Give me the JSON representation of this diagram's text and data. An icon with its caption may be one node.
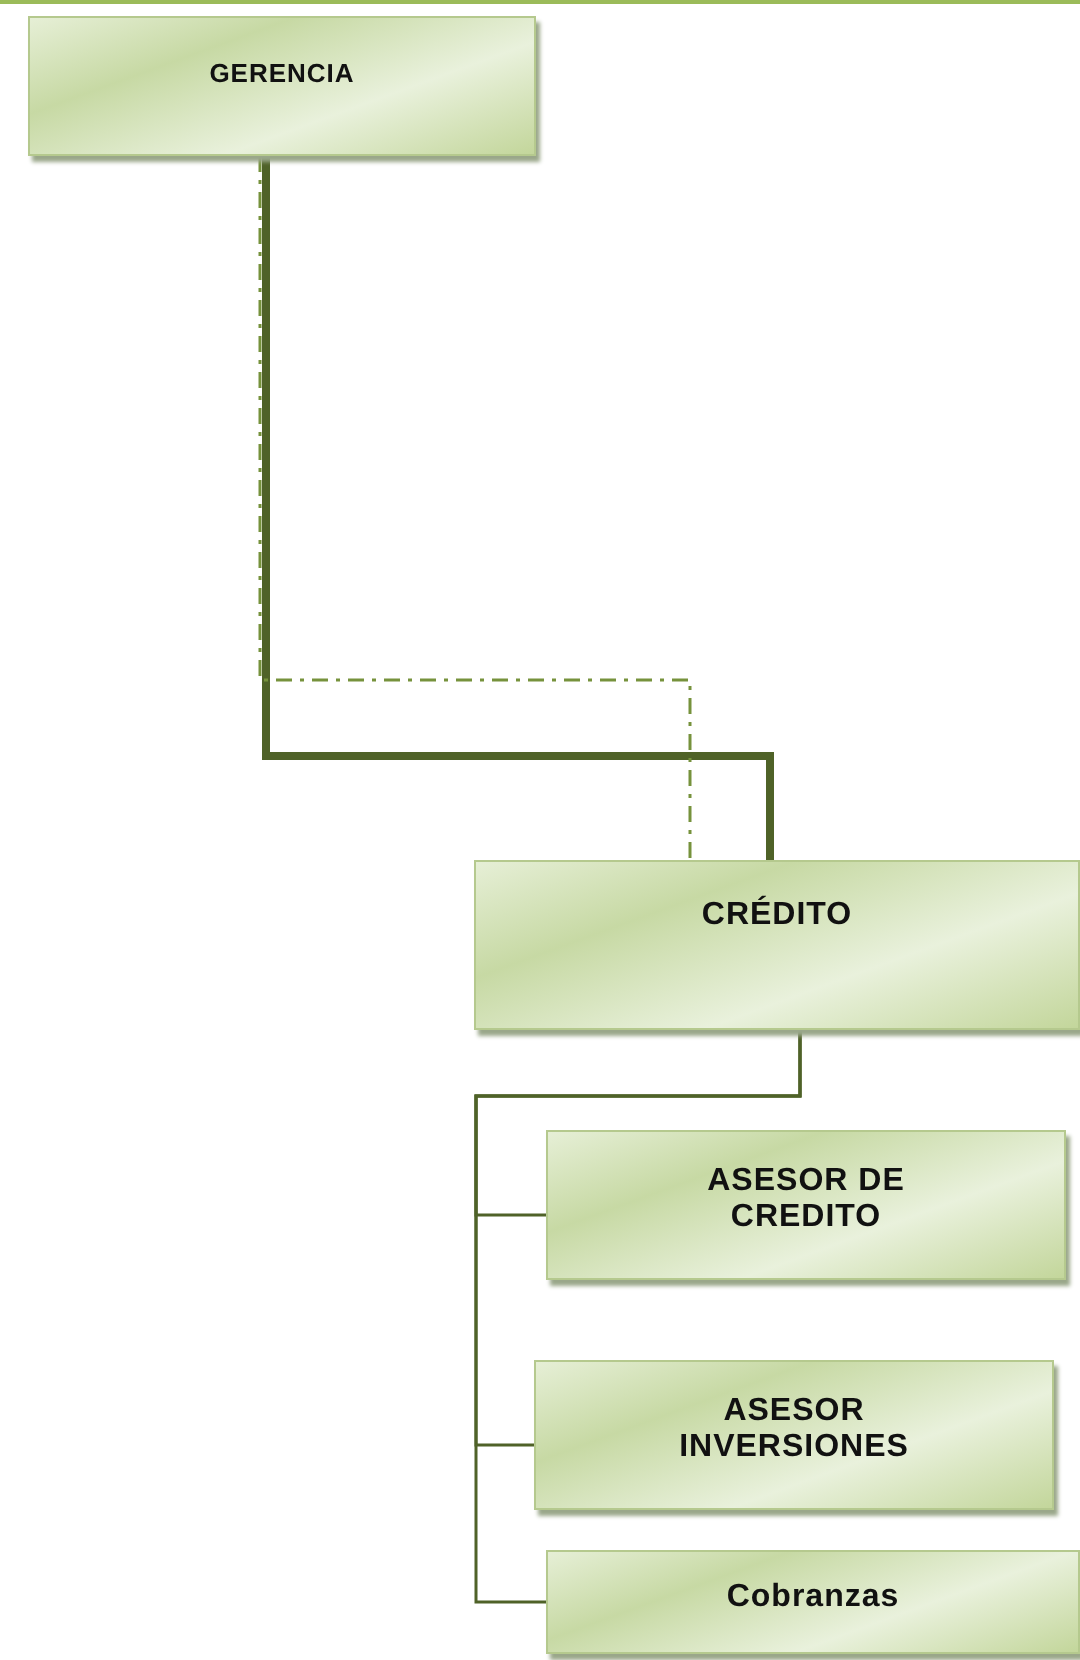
{
  "diagram": {
    "nodes": [
      {
        "text": [
          "GERENCIA"
        ]
      },
      {
        "text": [
          "CRÉDITO"
        ]
      },
      {
        "text": [
          "ASESOR DE CREDITO"
        ]
      },
      {
        "text": [
          "ASESOR INVERSIONES"
        ]
      },
      {
        "text": [
          "Cobranzas"
        ]
      }
    ],
    "edges": [
      {
        "from": 0,
        "to": 1,
        "arrow": "none",
        "style": "thick"
      },
      {
        "from": 0,
        "to": 1,
        "arrow": "none",
        "style": "dashed",
        "color": "#76923c"
      },
      {
        "from": 1,
        "to": 2,
        "arrow": "none"
      },
      {
        "from": 1,
        "to": 3,
        "arrow": "none"
      },
      {
        "from": 1,
        "to": 4,
        "arrow": "none"
      }
    ]
  }
}
